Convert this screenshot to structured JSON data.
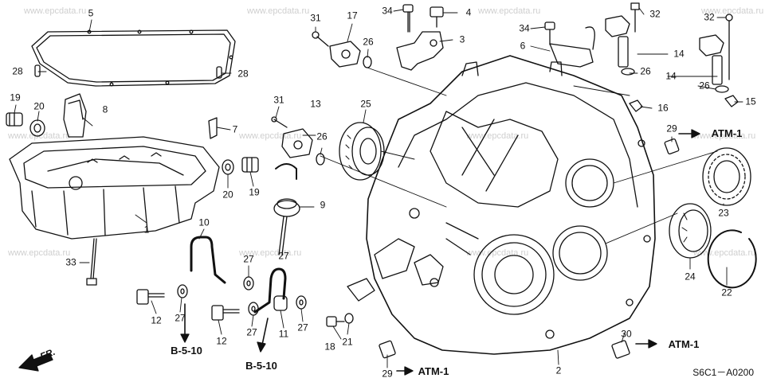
{
  "diagram": {
    "watermark": "www.epcdata.ru",
    "drawing_code": "S6C1－A0200",
    "front_marker": "FR.",
    "ref_atm": "ATM-1",
    "ref_b510": "B-5-10",
    "callouts": [
      "1",
      "2",
      "3",
      "4",
      "5",
      "6",
      "7",
      "8",
      "9",
      "10",
      "11",
      "12",
      "13",
      "14",
      "15",
      "16",
      "17",
      "18",
      "19",
      "20",
      "21",
      "22",
      "23",
      "24",
      "25",
      "26",
      "27",
      "28",
      "29",
      "30",
      "31",
      "32",
      "33",
      "34"
    ]
  }
}
